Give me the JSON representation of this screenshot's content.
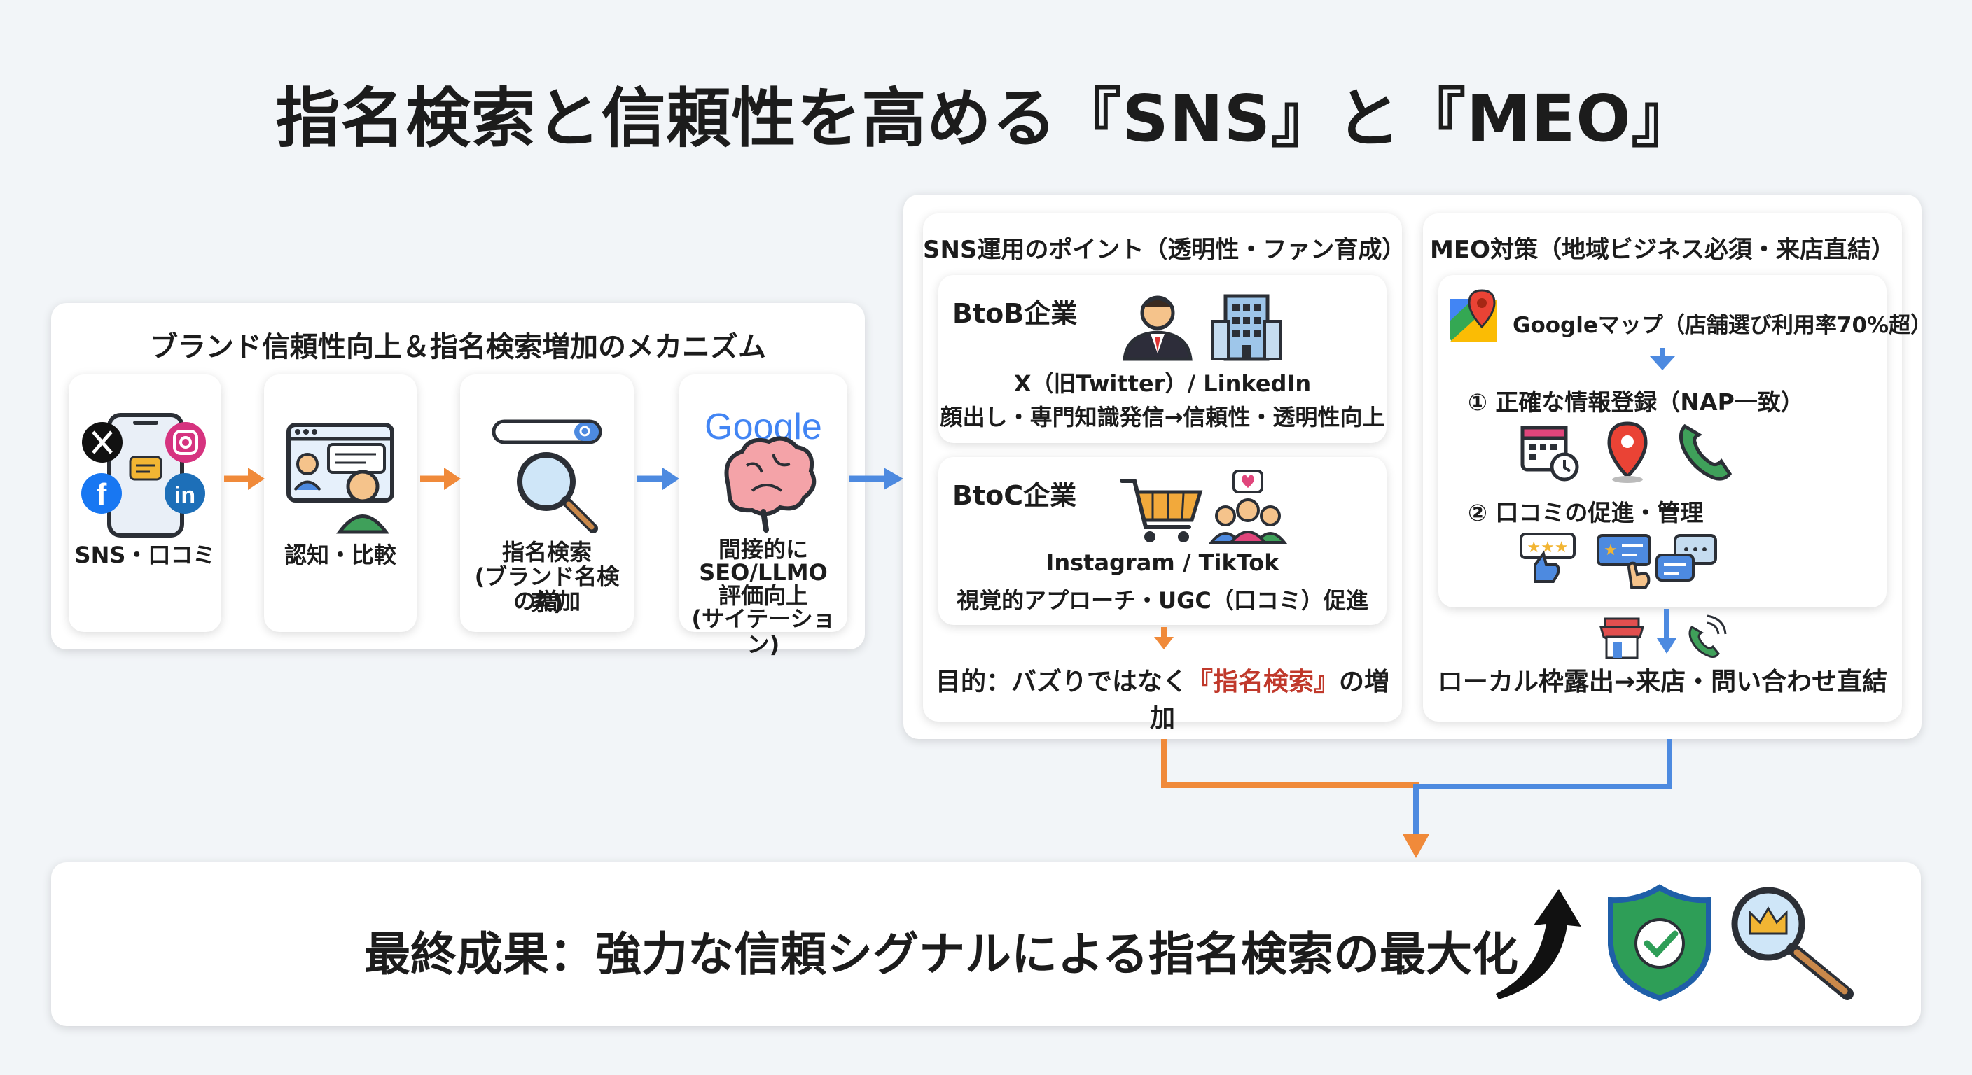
{
  "title": "指名検索と信頼性を高める『SNS』と『MEO』",
  "mechanism": {
    "heading": "ブランド信頼性向上＆指名検索増加のメカニズム",
    "steps": [
      {
        "label": "SNS・口コミ"
      },
      {
        "label": "認知・比較"
      },
      {
        "label_lines": [
          "指名検索",
          "(ブランド名検索)",
          "の増加"
        ]
      },
      {
        "brand": "Google",
        "label_lines": [
          "間接的に",
          "SEO/LLMO",
          "評価向上",
          "(サイテーション)"
        ]
      }
    ]
  },
  "sns": {
    "heading": "SNS運用のポイント（透明性・ファン育成）",
    "btob": {
      "title": "BtoB企業",
      "platforms": "X（旧Twitter）/ LinkedIn",
      "desc": "顔出し・専門知識発信→信頼性・透明性向上"
    },
    "btoc": {
      "title": "BtoC企業",
      "platforms": "Instagram / TikTok",
      "desc": "視覚的アプローチ・UGC（口コミ）促進"
    },
    "purpose": {
      "prefix": "目的：バズりではなく",
      "highlight": "『指名検索』",
      "suffix": "の増加",
      "highlight_color": "#c0392b"
    }
  },
  "meo": {
    "heading": "MEO対策（地域ビジネス必須・来店直結）",
    "maps_label": "Googleマップ（店舗選び利用率70%超）",
    "step1": "① 正確な情報登録（NAP一致）",
    "step2": "② 口コミの促進・管理",
    "result": "ローカル枠露出→来店・問い合わせ直結"
  },
  "final": {
    "text": "最終成果：強力な信頼シグナルによる指名検索の最大化"
  },
  "colors": {
    "orange": "#f08a3a",
    "blue": "#4d8ae0",
    "green": "#2e9e57"
  }
}
